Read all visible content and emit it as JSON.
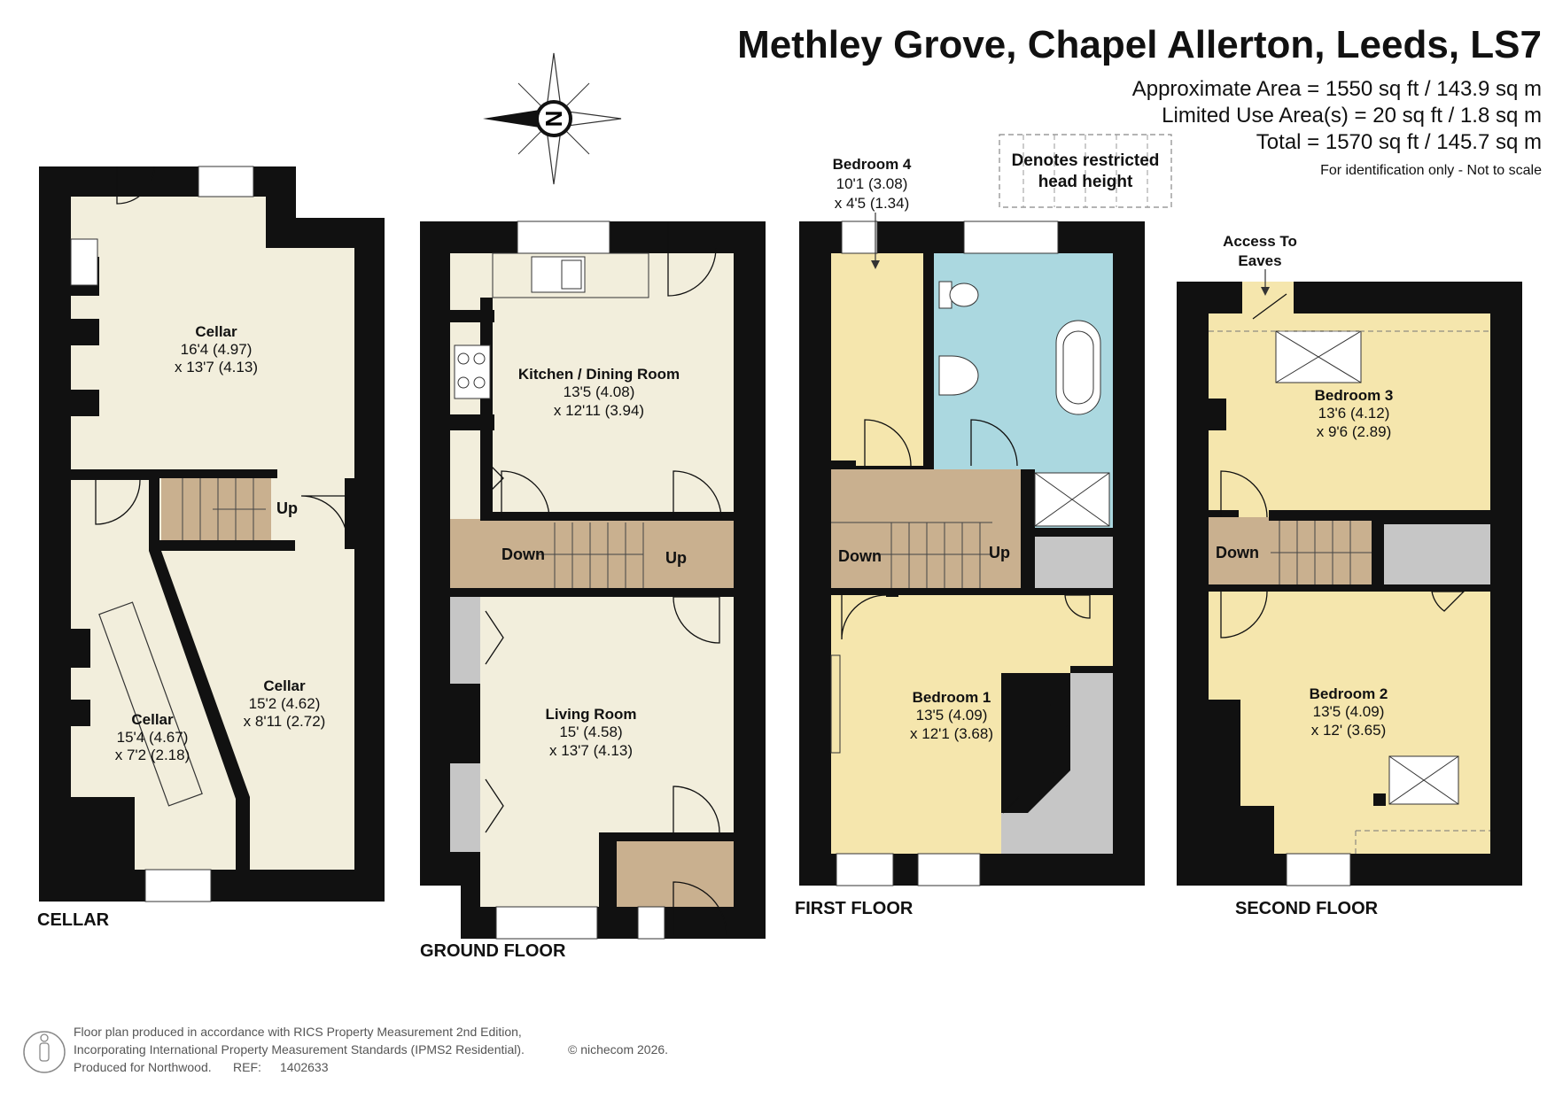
{
  "header": {
    "title": "Methley Grove, Chapel Allerton, Leeds, LS7",
    "approx_area": "Approximate Area = 1550 sq ft / 143.9 sq m",
    "limited_use": "Limited Use Area(s) = 20 sq ft / 1.8 sq m",
    "total": "Total = 1570 sq ft / 145.7 sq m",
    "note": "For identification only - Not to scale"
  },
  "compass": {
    "letter": "N",
    "icon": "compass-rose-icon"
  },
  "legend": {
    "line1": "Denotes restricted",
    "line2": "head height"
  },
  "colors": {
    "wall": "#111111",
    "room_cream": "#f2eedc",
    "room_yellow": "#f5e6ad",
    "hall_tan": "#c9b08f",
    "bathroom_blue": "#abd8e0",
    "storage_grey": "#c6c6c6"
  },
  "floors": {
    "cellar": {
      "label": "CELLAR",
      "rooms": [
        {
          "name": "Cellar",
          "dim1": "16'4 (4.97)",
          "dim2": "x 13'7 (4.13)"
        },
        {
          "name": "Cellar",
          "dim1": "15'2 (4.62)",
          "dim2": "x 8'11 (2.72)"
        },
        {
          "name": "Cellar",
          "dim1": "15'4 (4.67)",
          "dim2": "x 7'2 (2.18)"
        }
      ],
      "stairs": [
        "Up"
      ]
    },
    "ground": {
      "label": "GROUND FLOOR",
      "rooms": [
        {
          "name": "Kitchen / Dining Room",
          "dim1": "13'5 (4.08)",
          "dim2": "x 12'11 (3.94)"
        },
        {
          "name": "Living Room",
          "dim1": "15' (4.58)",
          "dim2": "x 13'7 (4.13)"
        }
      ],
      "stairs": [
        "Down",
        "Up"
      ]
    },
    "first": {
      "label": "FIRST FLOOR",
      "rooms": [
        {
          "name": "Bedroom 4",
          "dim1": "10'1 (3.08)",
          "dim2": "x 4'5 (1.34)"
        },
        {
          "name": "Bedroom 1",
          "dim1": "13'5 (4.09)",
          "dim2": "x 12'1 (3.68)"
        }
      ],
      "stairs": [
        "Down",
        "Up"
      ]
    },
    "second": {
      "label": "SECOND FLOOR",
      "access": {
        "line1": "Access To",
        "line2": "Eaves"
      },
      "rooms": [
        {
          "name": "Bedroom 3",
          "dim1": "13'6 (4.12)",
          "dim2": "x 9'6 (2.89)"
        },
        {
          "name": "Bedroom 2",
          "dim1": "13'5 (4.09)",
          "dim2": "x 12' (3.65)"
        }
      ],
      "stairs": [
        "Down"
      ]
    }
  },
  "footer": {
    "line1": "Floor plan produced in accordance with RICS Property Measurement 2nd Edition,",
    "line2": "Incorporating International Property Measurement Standards (IPMS2 Residential).",
    "copyright": "© nichecom 2026.",
    "line3": "Produced for Northwood.",
    "ref_label": "REF:",
    "ref": "1402633",
    "logo_icon": "person-logo-icon"
  }
}
